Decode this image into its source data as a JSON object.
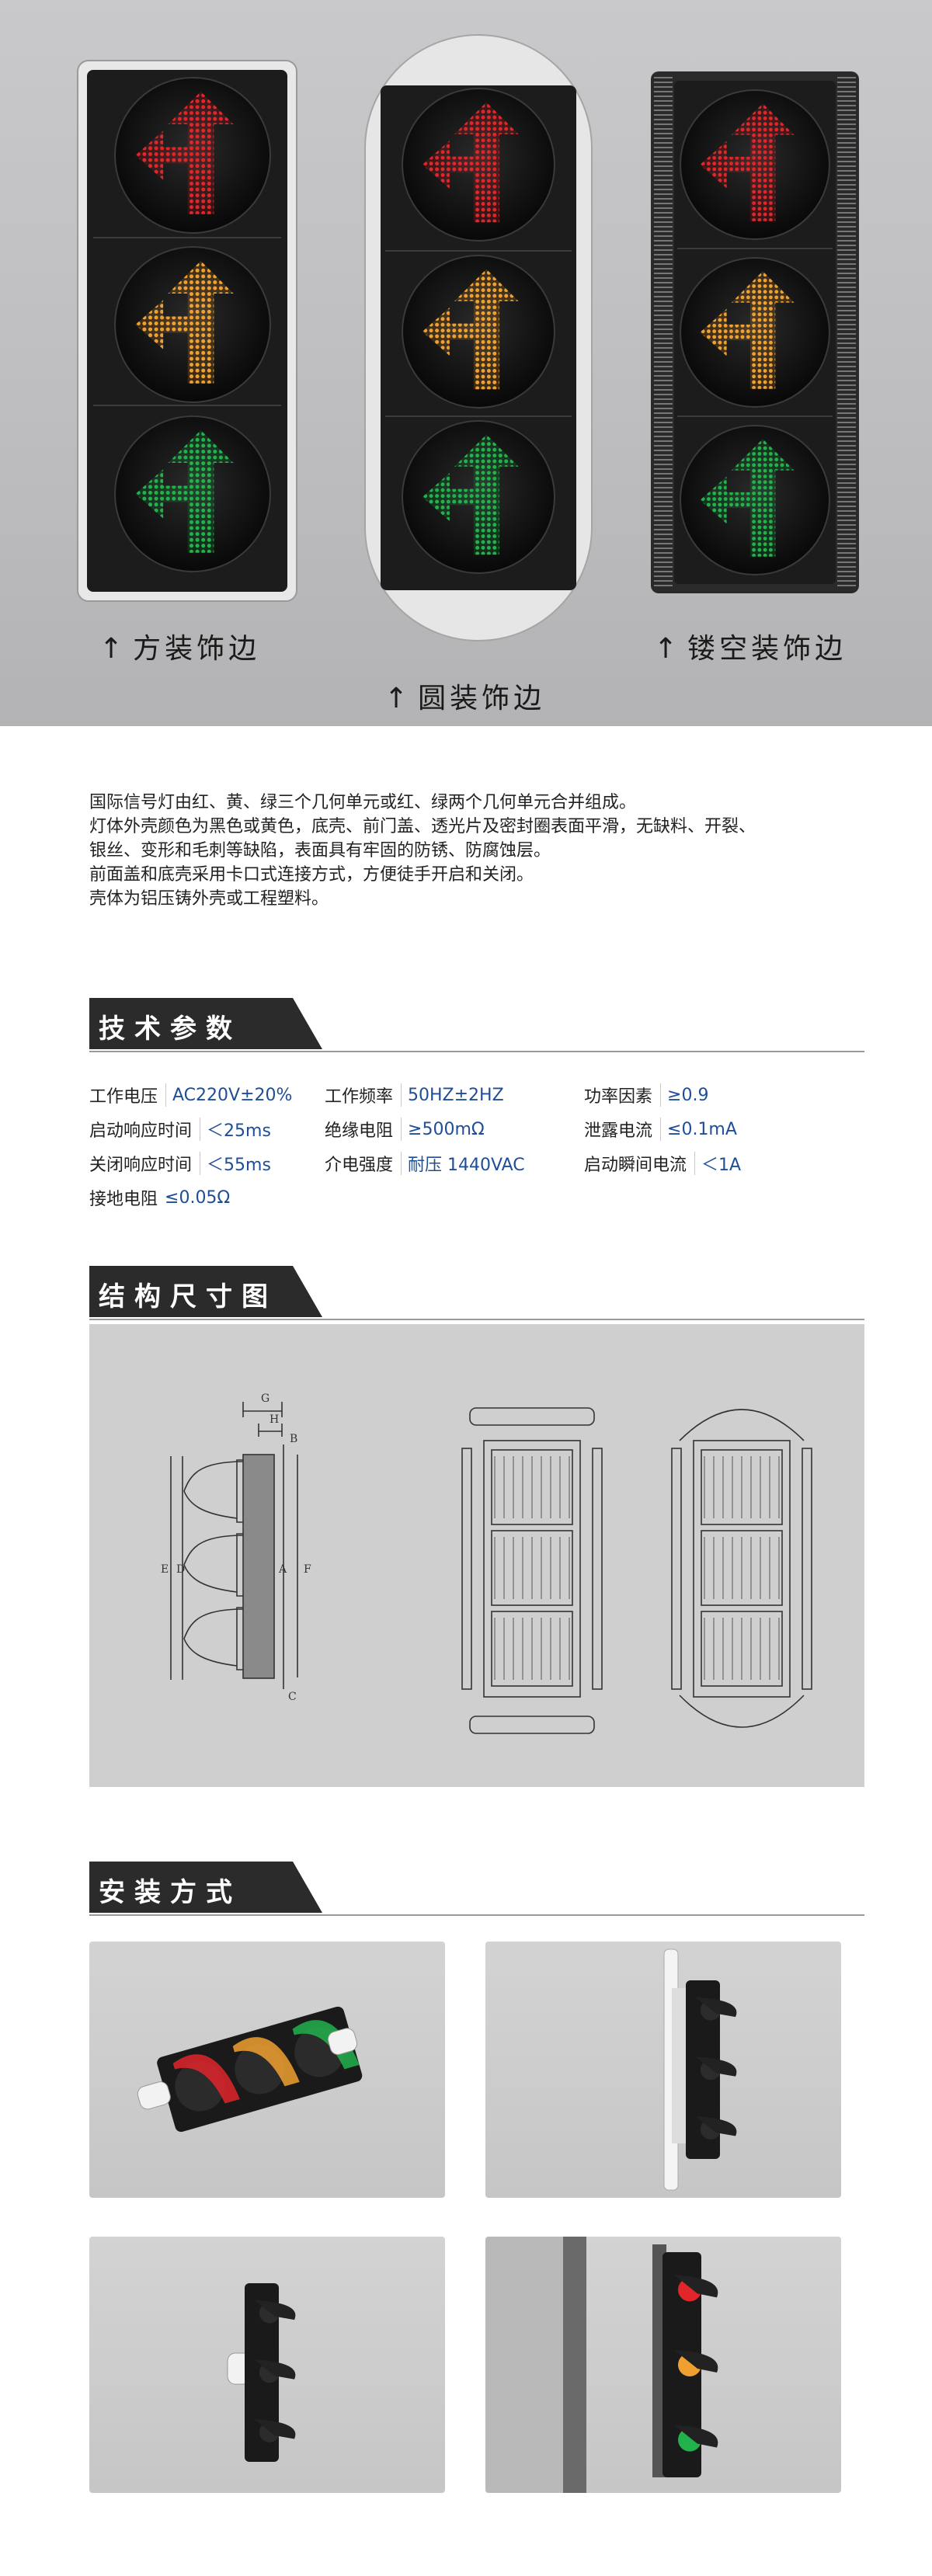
{
  "hero": {
    "label_square": "方装饰边",
    "label_round": "圆装饰边",
    "label_hollow": "镂空装饰边",
    "arrow_glyph": "↑"
  },
  "intro": {
    "lines": [
      "国际信号灯由红、黄、绿三个几何单元或红、绿两个几何单元合并组成。",
      "灯体外壳颜色为黑色或黄色，底壳、前门盖、透光片及密封圈表面平滑，无缺料、开裂、",
      "银丝、变形和毛刺等缺陷，表面具有牢固的防锈、防腐蚀层。",
      "前面盖和底壳采用卡口式连接方式，方便徒手开启和关闭。",
      "壳体为铝压铸外壳或工程塑料。"
    ]
  },
  "sections": {
    "tech": "技术参数",
    "structure": "结构尺寸图",
    "install": "安装方式"
  },
  "specs": {
    "rows": [
      [
        {
          "k": "工作电压",
          "v": "AC220V±20%"
        },
        {
          "k": "工作频率",
          "v": "50HZ±2HZ"
        },
        {
          "k": "功率因素",
          "v": "≥0.9"
        }
      ],
      [
        {
          "k": "启动响应时间",
          "v": "＜25ms"
        },
        {
          "k": "绝缘电阻",
          "v": "≥500mΩ"
        },
        {
          "k": "泄露电流",
          "v": "≤0.1mA"
        }
      ],
      [
        {
          "k": "关闭响应时间",
          "v": "＜55ms"
        },
        {
          "k": "介电强度",
          "v": "耐压 1440VAC"
        },
        {
          "k": "启动瞬间电流",
          "v": "＜1A"
        }
      ],
      [
        {
          "k": "接地电阻",
          "v": "≤0.05Ω"
        }
      ]
    ]
  },
  "diagram": {
    "dim_letters": [
      "G",
      "H",
      "B",
      "E",
      "D",
      "A",
      "F",
      "C"
    ]
  },
  "colors": {
    "red": "#e0262b",
    "yellow": "#f0a030",
    "green": "#22b24c",
    "housing": "#1c1c1c",
    "accent_text": "#1f4e96",
    "header_tab": "#2b2b2b"
  }
}
